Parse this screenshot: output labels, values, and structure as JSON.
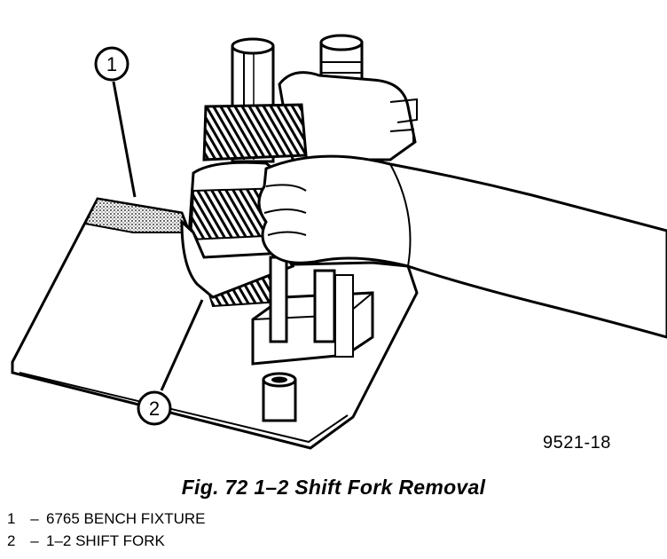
{
  "figure": {
    "id": "9521-18",
    "caption": "Fig. 72 1–2 Shift Fork Removal",
    "callouts": [
      "1",
      "2"
    ]
  },
  "legend": [
    {
      "number": "1",
      "dash": "–",
      "text": "6765 BENCH FIXTURE"
    },
    {
      "number": "2",
      "dash": "–",
      "text": "1–2 SHIFT FORK"
    }
  ]
}
